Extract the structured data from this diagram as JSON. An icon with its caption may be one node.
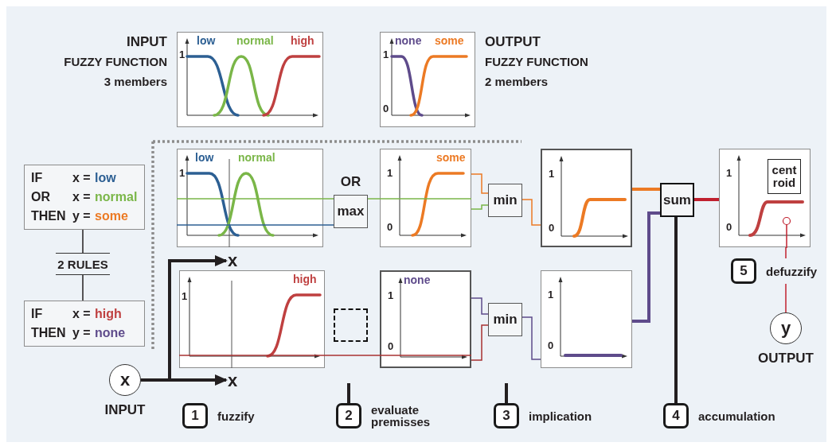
{
  "diagram": {
    "nodes": [
      {
        "text": [
          "INPUT",
          "FUZZY FUNCTION",
          "3 members",
          "low",
          "normal",
          "high",
          "1"
        ]
      },
      {
        "text": [
          "OUTPUT",
          "FUZZY FUNCTION",
          "2 members",
          "none",
          "some",
          "1",
          "0"
        ]
      },
      {
        "text": [
          "IF",
          "x =",
          "low",
          "OR",
          "x =",
          "normal",
          "THEN",
          "y =",
          "some"
        ]
      },
      {
        "text": [
          "2 RULES"
        ]
      },
      {
        "text": [
          "IF",
          "x =",
          "high",
          "THEN",
          "y =",
          "none"
        ]
      },
      {
        "text": [
          "low",
          "normal",
          "1"
        ]
      },
      {
        "text": [
          "max"
        ],
        "beside": [
          "OR"
        ]
      },
      {
        "text": [
          "some",
          "1",
          "0"
        ]
      },
      {
        "text": [
          "min"
        ]
      },
      {
        "text": [
          "1",
          "0"
        ]
      },
      {
        "text": [
          "sum"
        ]
      },
      {
        "text": [
          "1",
          "0"
        ]
      },
      {
        "text": [
          "cent roid"
        ],
        "in": 11
      },
      {
        "text": [
          "high",
          "1"
        ]
      },
      {
        "text": [],
        "shape": "box"
      },
      {
        "text": [
          "none",
          "1",
          "0"
        ]
      },
      {
        "text": [
          "min"
        ]
      },
      {
        "text": [
          "1",
          "0"
        ]
      },
      {
        "text": [
          "x"
        ],
        "beside": [
          "INPUT"
        ]
      },
      {
        "text": [
          "y"
        ],
        "beside": [
          "OUTPUT"
        ]
      },
      {
        "text": [
          "1"
        ],
        "beside": [
          "fuzzify"
        ]
      },
      {
        "text": [
          "2"
        ],
        "beside": [
          "evaluate premisses"
        ]
      },
      {
        "text": [
          "3"
        ],
        "beside": [
          "implication"
        ]
      },
      {
        "text": [
          "4"
        ],
        "beside": [
          "accumulation"
        ]
      },
      {
        "text": [
          "5"
        ],
        "beside": [
          "defuzzify"
        ]
      },
      {
        "text": [
          "x"
        ]
      },
      {
        "text": [
          "x"
        ]
      }
    ],
    "edges": [
      {
        "from": 2,
        "to": 3,
        "arrow": "none"
      },
      {
        "from": 3,
        "to": 4,
        "arrow": "none"
      },
      {
        "from": 5,
        "to": 6,
        "arrow": "none",
        "color": "#7ab648"
      },
      {
        "from": 5,
        "to": 6,
        "arrow": "none",
        "color": "#2c5f93"
      },
      {
        "from": 6,
        "to": 7,
        "arrow": "none",
        "color": "#7ab648"
      },
      {
        "from": 7,
        "to": 8,
        "arrow": "none",
        "color": "#ec7a24"
      },
      {
        "from": 7,
        "to": 8,
        "arrow": "none",
        "color": "#7ab648"
      },
      {
        "from": 8,
        "to": 9,
        "arrow": "none",
        "color": "#ec7a24"
      },
      {
        "from": 9,
        "to": 10,
        "arrow": "none",
        "style": "thick",
        "color": "#ec7a24"
      },
      {
        "from": 13,
        "to": 15,
        "arrow": "none",
        "color": "#a83232"
      },
      {
        "from": 15,
        "to": 16,
        "arrow": "none",
        "color": "#5e4b8b"
      },
      {
        "from": 15,
        "to": 16,
        "arrow": "none",
        "color": "#a83232"
      },
      {
        "from": 16,
        "to": 17,
        "arrow": "none",
        "color": "#5e4b8b"
      },
      {
        "from": 17,
        "to": 10,
        "arrow": "none",
        "style": "thick",
        "color": "#5e4b8b"
      },
      {
        "from": 10,
        "to": 11,
        "arrow": "none",
        "style": "thick",
        "color": "#c0202e"
      },
      {
        "from": 11,
        "to": 24,
        "arrow": "none",
        "color": "#c0202e"
      },
      {
        "from": 24,
        "to": 19,
        "arrow": "none",
        "color": "#c0202e"
      },
      {
        "from": 18,
        "to": 26,
        "arrow": "to",
        "style": "thick"
      },
      {
        "from": 18,
        "to": 25,
        "arrow": "to",
        "style": "thick"
      },
      {
        "from": 21,
        "to": null,
        "arrow": "none",
        "style": "thick"
      },
      {
        "from": 22,
        "to": null,
        "arrow": "none",
        "style": "thick"
      },
      {
        "from": 23,
        "to": 10,
        "arrow": "none",
        "style": "thick"
      }
    ]
  }
}
